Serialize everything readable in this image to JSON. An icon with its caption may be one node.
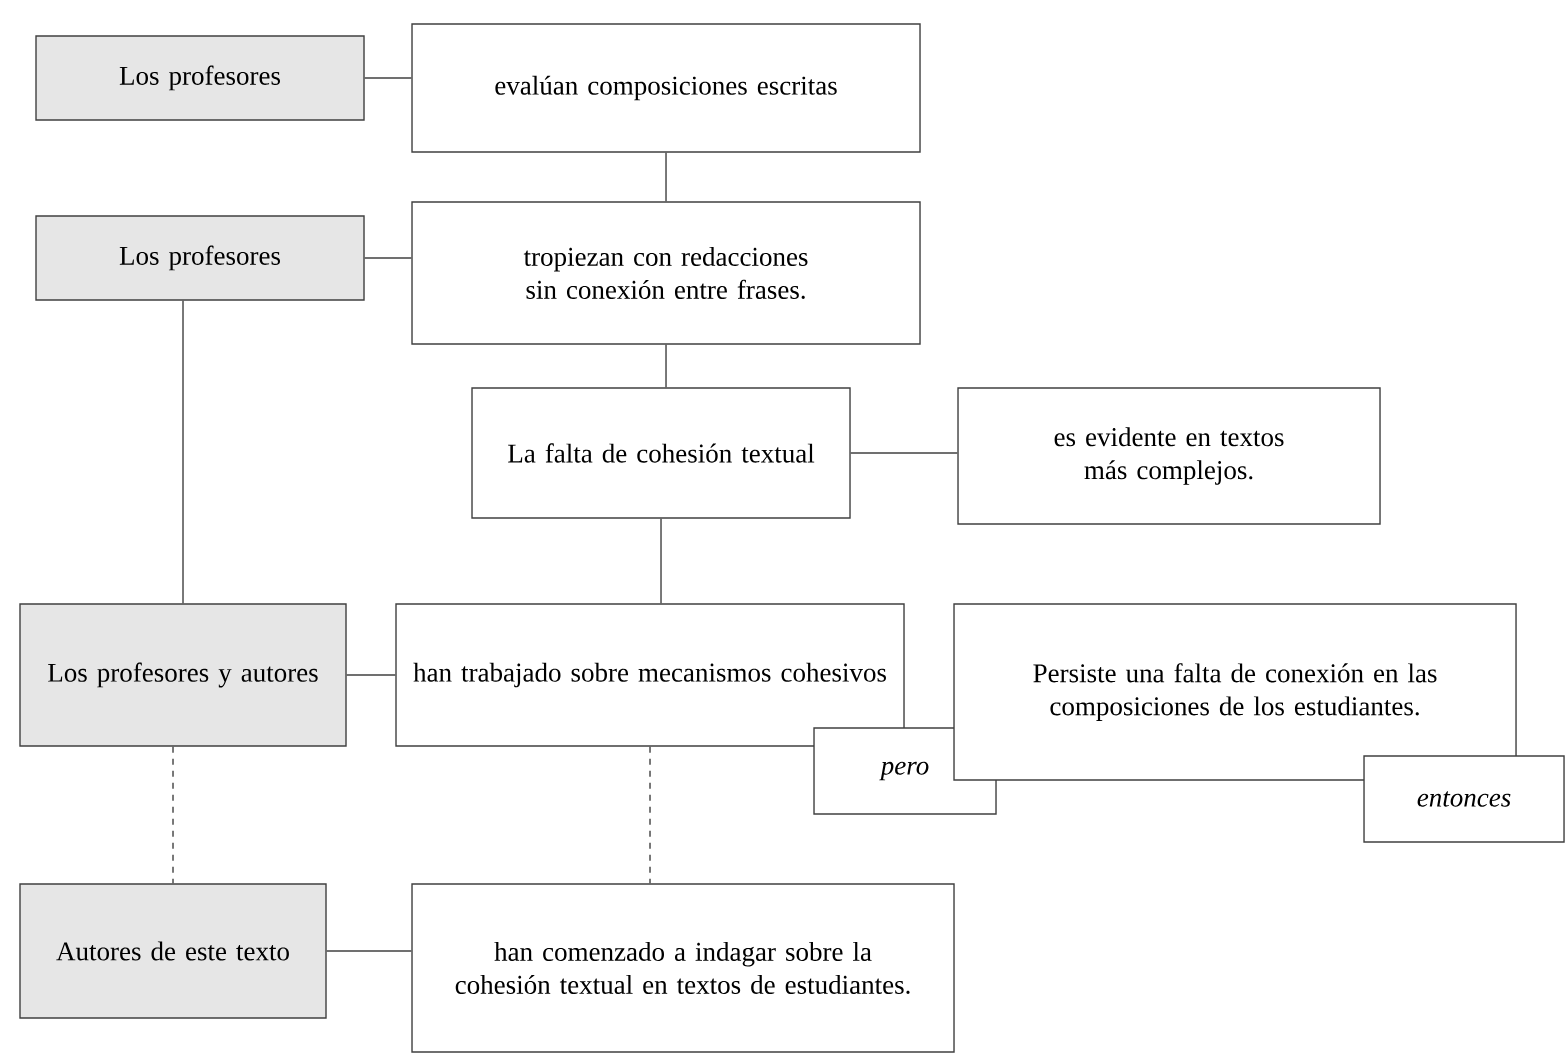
{
  "diagram": {
    "nodes": [
      {
        "text": [
          "Los profesores"
        ]
      },
      {
        "text": [
          "evalúan composiciones escritas"
        ]
      },
      {
        "text": [
          "Los profesores"
        ]
      },
      {
        "text": [
          "tropiezan con redacciones sin conexión entre frases."
        ]
      },
      {
        "text": [
          "La falta de cohesión textual"
        ]
      },
      {
        "text": [
          "es evidente en textos más complejos."
        ]
      },
      {
        "text": [
          "Los profesores y autores"
        ]
      },
      {
        "text": [
          "han trabajado sobre mecanismos cohesivos"
        ]
      },
      {
        "text": [
          "pero"
        ]
      },
      {
        "text": [
          "Persiste una falta de conexión en las composiciones de los estudiantes."
        ]
      },
      {
        "text": [
          "entonces"
        ]
      },
      {
        "text": [
          "Autores de este texto"
        ]
      },
      {
        "text": [
          "han comenzado a indagar sobre la cohesión textual en textos de estudiantes."
        ]
      }
    ],
    "edges": [
      {
        "from": 0,
        "to": 1,
        "arrow": "none"
      },
      {
        "from": 1,
        "to": 3,
        "arrow": "none"
      },
      {
        "from": 2,
        "to": 3,
        "arrow": "none"
      },
      {
        "from": 3,
        "to": 4,
        "arrow": "none"
      },
      {
        "from": 4,
        "to": 5,
        "arrow": "none"
      },
      {
        "from": 2,
        "to": 6,
        "arrow": "none"
      },
      {
        "from": 4,
        "to": 7,
        "arrow": "none"
      },
      {
        "from": 6,
        "to": 7,
        "arrow": "none"
      },
      {
        "from": 6,
        "to": 11,
        "arrow": "none",
        "style": "dashed"
      },
      {
        "from": 7,
        "to": 12,
        "arrow": "none",
        "style": "dashed"
      },
      {
        "from": 11,
        "to": 12,
        "arrow": "none"
      }
    ]
  }
}
